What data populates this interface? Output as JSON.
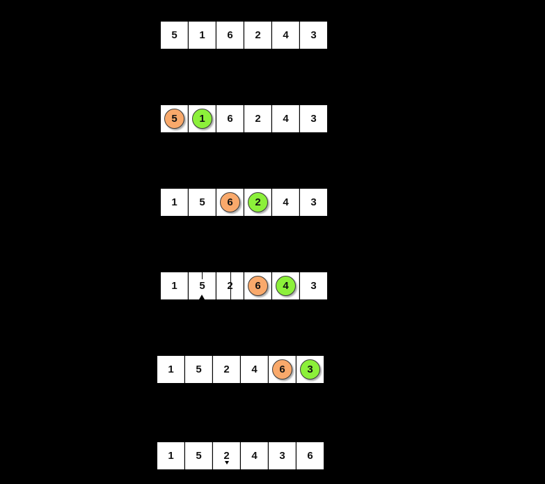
{
  "diagram": {
    "type": "bubble-sort-pass",
    "background": "#000000",
    "colors": {
      "compare_left": "#f9a96b",
      "compare_right": "#8cf03a",
      "cell": "#ffffff"
    },
    "steps": [
      {
        "values": [
          "5",
          "1",
          "6",
          "2",
          "4",
          "3"
        ],
        "highlight": []
      },
      {
        "values": [
          "5",
          "1",
          "6",
          "2",
          "4",
          "3"
        ],
        "highlight": [
          0,
          1
        ]
      },
      {
        "values": [
          "1",
          "5",
          "6",
          "2",
          "4",
          "3"
        ],
        "highlight": [
          2,
          3
        ]
      },
      {
        "values": [
          "1",
          "5",
          "2",
          "6",
          "4",
          "3"
        ],
        "highlight": [
          3,
          4
        ]
      },
      {
        "values": [
          "1",
          "5",
          "2",
          "4",
          "6",
          "3"
        ],
        "highlight": [
          4,
          5
        ]
      },
      {
        "values": [
          "1",
          "5",
          "2",
          "4",
          "3",
          "6"
        ],
        "highlight": []
      }
    ]
  }
}
